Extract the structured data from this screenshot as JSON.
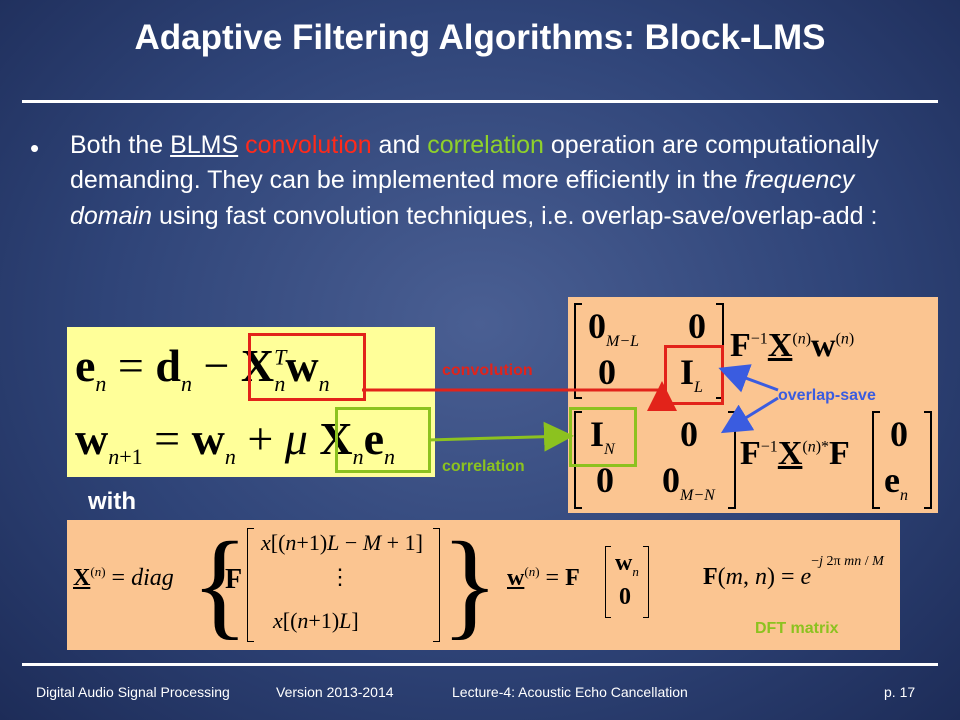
{
  "title": "Adaptive Filtering Algorithms: Block-LMS",
  "bullet": {
    "t1": "Both the ",
    "blms": "BLMS",
    "space1": " ",
    "convolution": "convolution",
    "t2": " and ",
    "correlation": "correlation",
    "t3": " operation are computationally demanding. They can be implemented more efficiently in the ",
    "freq": "frequency domain",
    "t4": " using fast convolution techniques, i.e. overlap-save/overlap-add :"
  },
  "labels": {
    "convolution": "convolution",
    "correlation": "correlation",
    "overlap_save": "overlap-save",
    "with": "with",
    "dft": "DFT matrix"
  },
  "colors": {
    "red": "#e2231a",
    "green": "#8cc21f",
    "blue": "#3a5ce0",
    "yellow": "#ffff99",
    "peach": "#fbc591"
  },
  "footer": {
    "course": "Digital Audio Signal Processing",
    "version": "Version 2013-2014",
    "lecture": "Lecture-4: Acoustic Echo Cancellation",
    "page": "p. 17"
  }
}
